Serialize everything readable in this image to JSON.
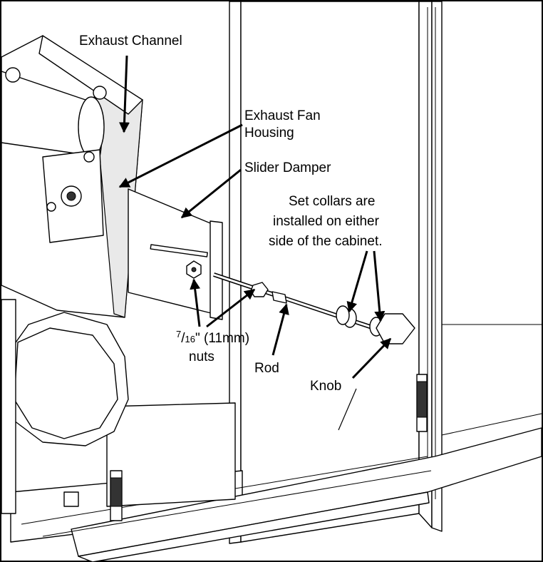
{
  "labels": {
    "exhaust_channel": "Exhaust Channel",
    "exhaust_fan_housing_1": "Exhaust Fan",
    "exhaust_fan_housing_2": "Housing",
    "slider_damper": "Slider Damper",
    "set_collars_1": "Set collars are",
    "set_collars_2": "installed on either",
    "set_collars_3": "side of the cabinet.",
    "nuts_sup": "7",
    "nuts_sub": "16",
    "nuts_rest": "\" (11mm)",
    "nuts_line2": "nuts",
    "rod": "Rod",
    "knob": "Knob"
  }
}
